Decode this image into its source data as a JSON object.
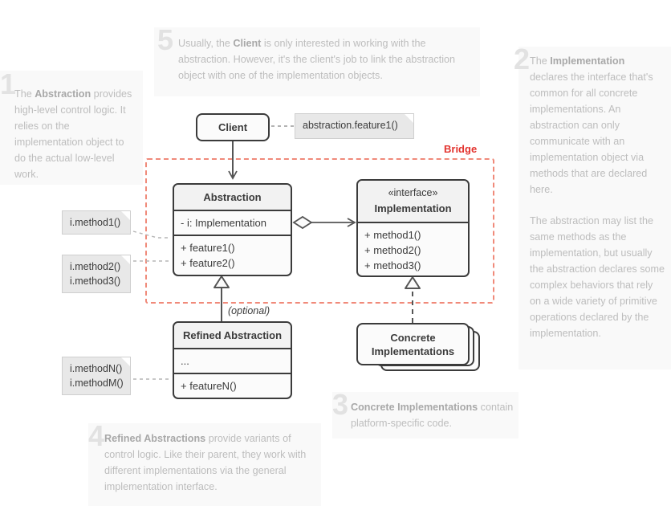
{
  "diagram": {
    "title": "Bridge",
    "bridge_label": "Bridge",
    "optional_label": "(optional)"
  },
  "classes": {
    "client": {
      "name": "Client"
    },
    "abstraction": {
      "name": "Abstraction",
      "fields": "- i: Implementation",
      "methods": "+ feature1()\n+ feature2()",
      "method1": "+ feature1()",
      "method2": "+ feature2()"
    },
    "implementation": {
      "stereotype": "«interface»",
      "name": "Implementation",
      "method1": "+ method1()",
      "method2": "+ method2()",
      "method3": "+ method3()"
    },
    "refined_abstraction": {
      "name": "Refined Abstraction",
      "fields": "...",
      "methods": "+ featureN()"
    },
    "concrete_implementations": {
      "line1": "Concrete",
      "line2": "Implementations"
    }
  },
  "code_notes": {
    "client_call": "abstraction.feature1()",
    "abstraction_field_call": "i.method1()",
    "abstraction_methods_call_line1": "i.method2()",
    "abstraction_methods_call_line2": "i.method3()",
    "refined_methods_call_line1": "i.methodN()",
    "refined_methods_call_line2": "i.methodM()"
  },
  "annotations": [
    {
      "number": "1",
      "lines": [
        {
          "bold": "The ",
          "plain": ""
        }
      ],
      "html": "The <b>Abstraction</b> provides high-level control logic. It relies on the implementation object to do the actual low-level work."
    },
    {
      "number": "2",
      "html": "The <b>Implementation</b> declares the interface that's common for all concrete implementations. An abstraction can only communicate with an implementation object via methods that are declared here.",
      "html2": "The abstraction may list the same methods as the implementation, but usually the abstraction declares some complex behaviors that rely on a wide variety of primitive operations declared by the implementation."
    },
    {
      "number": "3",
      "html": "<b>Concrete Implementations</b> contain platform-specific code."
    },
    {
      "number": "4",
      "html": "<b>Refined Abstractions</b> provide variants of control logic. Like their parent, they work with different implementations via the general implementation interface."
    },
    {
      "number": "5",
      "html": "Usually, the <b>Client</b> is only interested in working with the abstraction. However, it's the client's job to link the abstraction object with one of the implementation objects."
    }
  ],
  "colors": {
    "panel_bg": "#f9f9f9",
    "number": "#e2e2e2",
    "note_text": "#bdbdbd",
    "bridge_red": "#e3342f",
    "bridge_dash": "#f08a7a",
    "box_border": "#3b3b3b",
    "box_fill": "#fbfbfb",
    "comment_fill": "#e8e8e8"
  }
}
